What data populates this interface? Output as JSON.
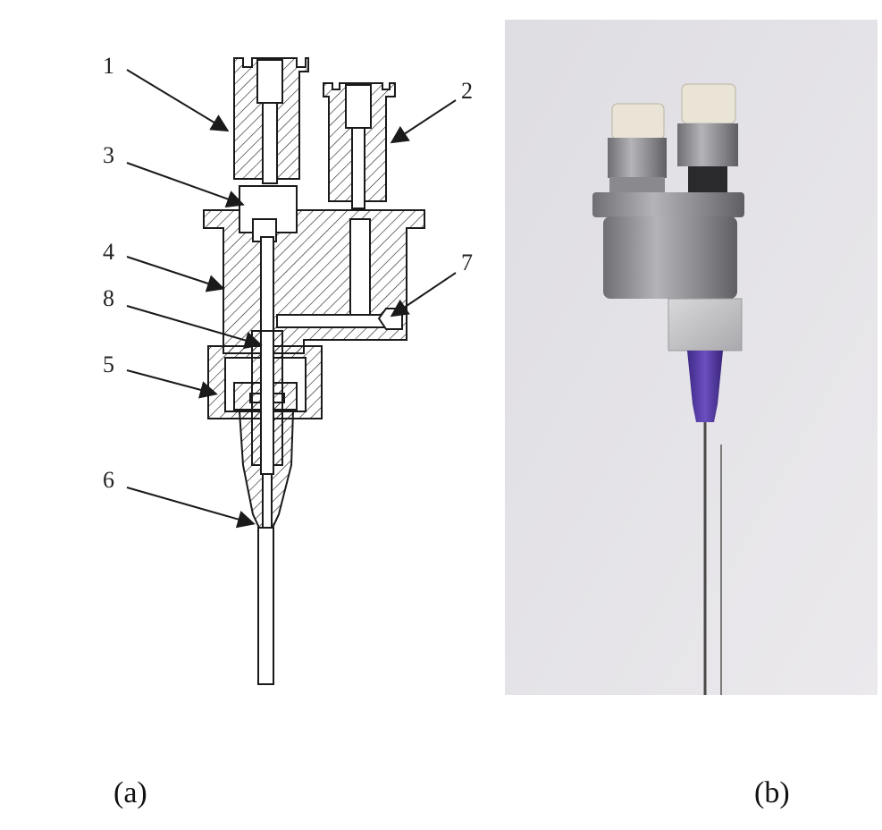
{
  "figure": {
    "panel_a": {
      "caption": "(a)",
      "callouts": [
        "1",
        "2",
        "3",
        "4",
        "5",
        "6",
        "7",
        "8"
      ]
    },
    "panel_b": {
      "caption": "(b)"
    }
  },
  "colors": {
    "line": "#1a1a1a",
    "photo_background": "#e4e2e6",
    "steel": "#8f8f93",
    "fitting_cap": "#e9e4d6",
    "block": "#c7c7c9",
    "needle_hub": "#5b3fa6",
    "needle": "#5a5a5a"
  }
}
